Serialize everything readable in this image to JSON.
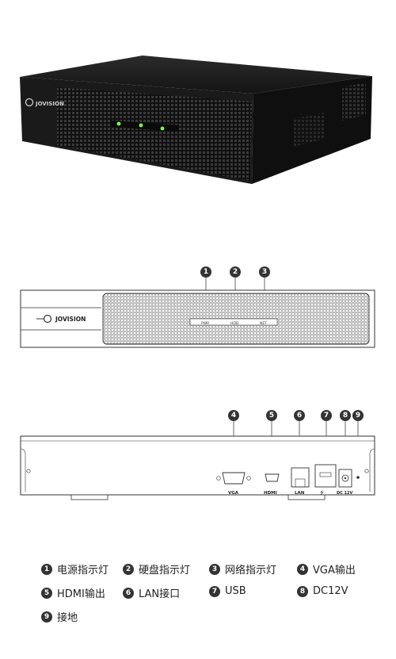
{
  "brand": "JOVISION",
  "front_labels": {
    "pwr": "PWR",
    "hdd": "HDD",
    "net": "NET"
  },
  "rear_labels": {
    "vga": "VGA",
    "hdmi": "HDMI",
    "lan": "LAN",
    "dc": "DC 12V"
  },
  "callouts": {
    "front": [
      "1",
      "2",
      "3"
    ],
    "rear": [
      "4",
      "5",
      "6",
      "7",
      "8",
      "9"
    ]
  },
  "legend": [
    {
      "num": "1",
      "label": "电源指示灯"
    },
    {
      "num": "2",
      "label": "硬盘指示灯"
    },
    {
      "num": "3",
      "label": "网络指示灯"
    },
    {
      "num": "4",
      "label": "VGA输出"
    },
    {
      "num": "5",
      "label": "HDMI输出"
    },
    {
      "num": "6",
      "label": "LAN接口"
    },
    {
      "num": "7",
      "label": "USB"
    },
    {
      "num": "8",
      "label": "DC12V"
    },
    {
      "num": "9",
      "label": "接地"
    }
  ],
  "colors": {
    "body": "#1b1b1b",
    "led": "#7dff4a",
    "line": "#555555"
  }
}
